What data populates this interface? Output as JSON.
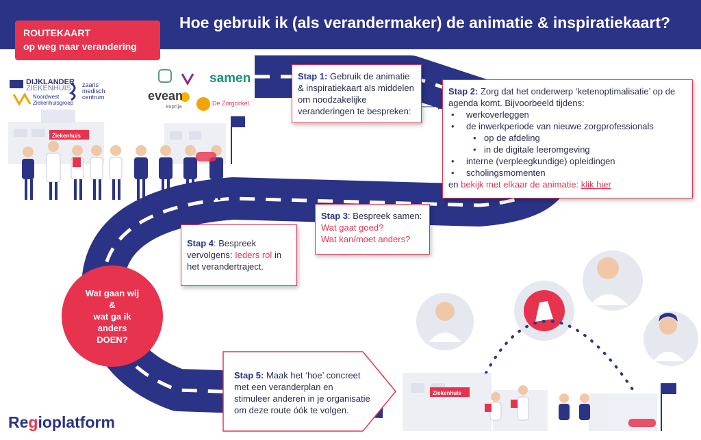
{
  "header": {
    "title": "Hoe gebruik ik (als verandermaker) de animatie & inspiratiekaart?",
    "badge_line1": "ROUTEKAART",
    "badge_line2": "op weg naar verandering"
  },
  "logos": {
    "dijklander_1": "DIJKLANDER",
    "dijklander_2": "ZIEKENHUIS",
    "zaans_1": "zaans",
    "zaans_2": "medisch",
    "zaans_3": "centrum",
    "noordwest_1": "Noordwest",
    "noordwest_2": "Ziekenhuisgroep",
    "samen": "samen",
    "evean": "evean",
    "esprija": "esprija",
    "zorgcirkel": "De Zorgcirkel",
    "footer_pre": "Re",
    "footer_g": "g",
    "footer_post": "ioplatform"
  },
  "signs": {
    "hospital_left": "Ziekenhuis",
    "hospital_right": "Ziekenhuis"
  },
  "steps": {
    "s1_label": "Stap 1:",
    "s1_text": "Gebruik de animatie & inspiratiekaart als middelen om noodzakelijke veranderingen te bespreken:",
    "s2_label": "Stap 2:",
    "s2_text": "Zorg dat het onderwerp ‘ketenoptimalisatie’ op de agenda komt. Bijvoorbeeld tijdens:",
    "s2_items": [
      "werkoverleggen",
      "de inwerkperiode van nieuwe zorgprofessionals",
      "op de afdeling",
      "in de digitale leeromgeving",
      "interne (verpleegkundige) opleidingen",
      "scholingsmomenten"
    ],
    "s2_footer_a": "en",
    "s2_footer_b": "bekijk met elkaar de animatie:",
    "s2_link": "klik hier",
    "s3_label": "Stap 3",
    "s3_text": ": Bespreek samen:",
    "s3_q1": "Wat gaat goed?",
    "s3_q2": "Wat kan/moet  anders?",
    "s4_label": "Stap 4",
    "s4_text_a": ": Bespreek vervolgens:",
    "s4_red": "Ieders rol",
    "s4_text_b": "in het verandertraject.",
    "s5_label": "Stap 5:",
    "s5_text": "Maak het ‘hoe’ concreet met een veranderplan en stimuleer anderen in je organisatie om deze route óók te volgen."
  },
  "doen": {
    "l1": "Wat gaan wij",
    "l2": "&",
    "l3": "wat ga ik",
    "l4": "anders",
    "l5": "DOEN?"
  },
  "colors": {
    "navy": "#2b3386",
    "red": "#e8334f"
  }
}
